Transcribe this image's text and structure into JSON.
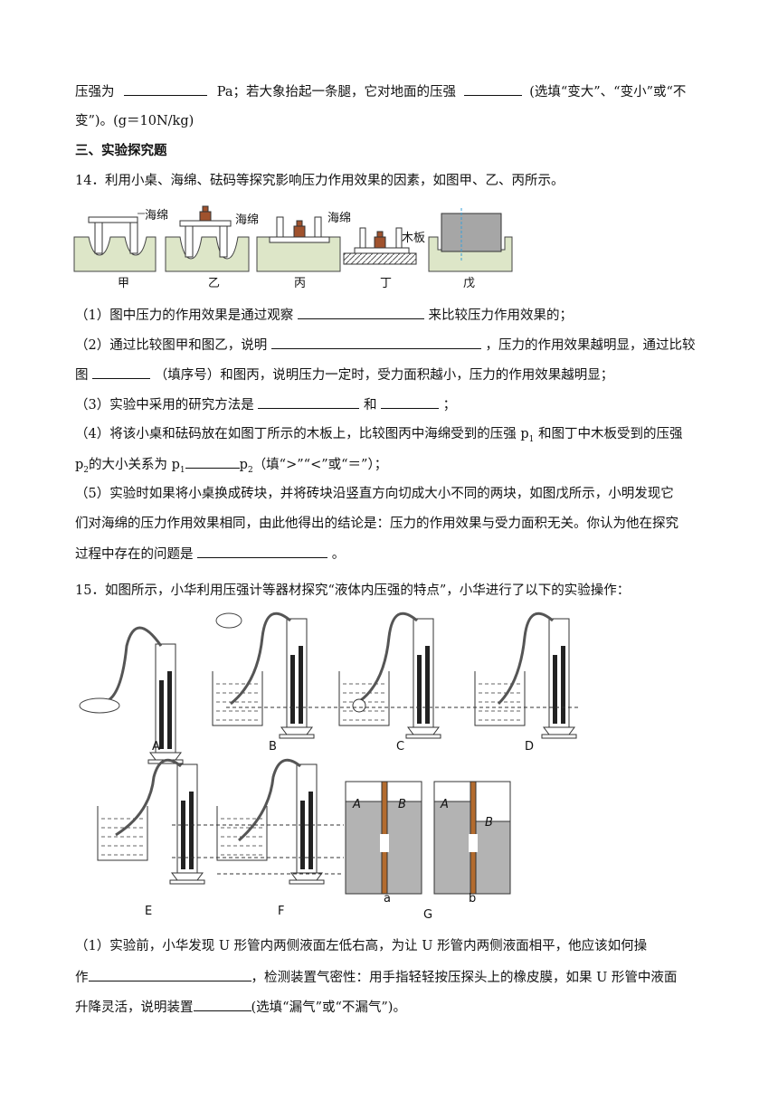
{
  "q13": {
    "l1a": "压强为",
    "l1b": "Pa；若大象抬起一条腿，它对地面的压强",
    "l1c": "(选填“变大”、“变小”或“不",
    "l2": "变”)。(g＝10N/kg)"
  },
  "section3": "三、实验探究题",
  "q14": {
    "stem": "14．利用小桌、海绵、砝码等探究影响压力作用效果的因素，如图甲、乙、丙所示。",
    "fig": {
      "sponge": "海绵",
      "board": "木板",
      "labels": [
        "甲",
        "乙",
        "丙",
        "丁",
        "戊"
      ]
    },
    "p1a": "（1）图中压力的作用效果是通过观察",
    "p1b": "来比较压力作用效果的；",
    "p2a": "（2）通过比较图甲和图乙，说明",
    "p2b": "，压力的作用效果越明显，通过比较",
    "p2c": "图",
    "p2d": "（填序号）和图丙，说明压力一定时，受力面积越小，压力的作用效果越明显；",
    "p3a": "（3）实验中采用的研究方法是",
    "p3b": "和",
    "p3c": "；",
    "p4a": "（4）将该小桌和砝码放在如图丁所示的木板上，比较图丙中海绵受到的压强 p",
    "p4b": "和图丁中木板受到的压强",
    "p4c": "p",
    "p4d": "的大小关系为 p",
    "p4e": "p",
    "p4f": "（填“>”“<”或“＝”）；",
    "sub1": "1",
    "sub2": "2",
    "p5a": "（5）实验时如果将小桌换成砖块，并将砖块沿竖直方向切成大小不同的两块，如图戊所示，小明发现它",
    "p5b": "们对海绵的压力作用效果相同，由此他得出的结论是：压力的作用效果与受力面积无关。你认为他在探究",
    "p5c": "过程中存在的问题是",
    "p5d": "。"
  },
  "q15": {
    "stem": "15．如图所示，小华利用压强计等器材探究“液体内压强的特点”，小华进行了以下的实验操作：",
    "fig_labels": [
      "A",
      "B",
      "C",
      "D",
      "E",
      "F",
      "a",
      "b",
      "G"
    ],
    "g_labels": [
      "A",
      "B",
      "A",
      "B"
    ],
    "p1a": "（1）实验前，小华发现 U 形管内两侧液面左低右高，为让 U 形管内两侧液面相平，他应该如何操",
    "p1b": "作",
    "p1c": "，检测装置气密性：用手指轻轻按压探头上的橡皮膜，如果 U 形管中液面",
    "p1d": "升降灵活，说明装置",
    "p1e": "(选填“漏气”或“不漏气”)。"
  }
}
